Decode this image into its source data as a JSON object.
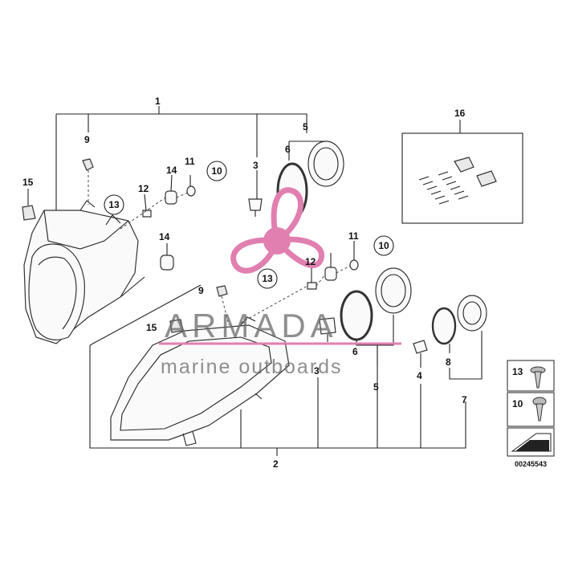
{
  "callouts": {
    "c1": "1",
    "c2": "2",
    "c3a": "3",
    "c3b": "3",
    "c4": "4",
    "c5a": "5",
    "c5b": "5",
    "c6a": "6",
    "c6b": "6",
    "c7": "7",
    "c8": "8",
    "c9a": "9",
    "c9b": "9",
    "c10a": "10",
    "c10b": "10",
    "c11a": "11",
    "c11b": "11",
    "c12a": "12",
    "c12b": "12",
    "c13a": "13",
    "c13b": "13",
    "c14a": "14",
    "c14b": "14",
    "c15a": "15",
    "c15b": "15",
    "c16": "16"
  },
  "legend": {
    "item13": "13",
    "item10": "10"
  },
  "watermark": {
    "brand": "ARMADA",
    "tagline": "marine outboards",
    "color": "#e07fb0"
  },
  "doc_number": "00245543"
}
